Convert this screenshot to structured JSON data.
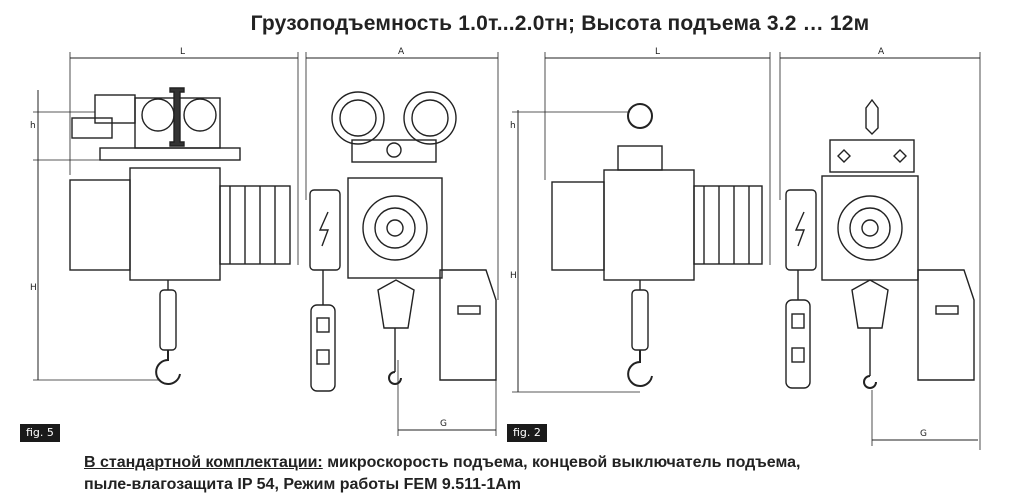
{
  "title": "Грузоподъемность  1.0т...2.0тн;  Высота подъема  3.2 … 12м",
  "figures": [
    {
      "label": "fig. 5",
      "dim_L": "L",
      "dim_A": "A",
      "dim_h": "h",
      "dim_H": "H",
      "dim_G": "G"
    },
    {
      "label": "fig. 2",
      "dim_L": "L",
      "dim_A": "A",
      "dim_h": "h",
      "dim_H": "H",
      "dim_G": "G"
    }
  ],
  "caption": {
    "lead": "В стандартной комплектации:",
    "line1_rest": " микроскорость подъема, концевой выключатель подъема,",
    "line2": "пыле-влагозащита IP 54, Режим работы FEM 9.511-1Am"
  }
}
